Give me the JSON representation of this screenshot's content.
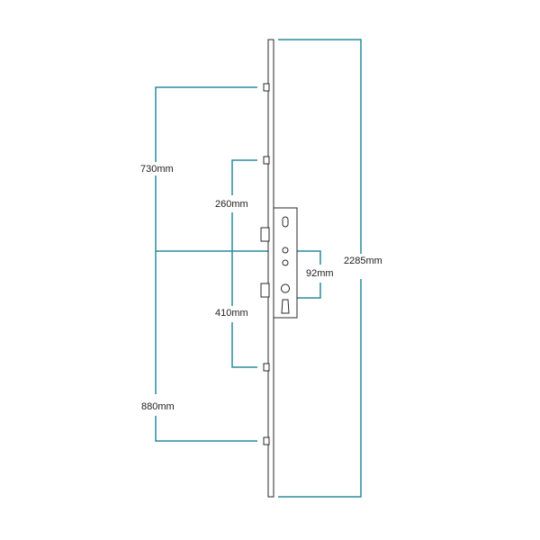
{
  "dimensions": {
    "top_to_bottom_hooks": "730mm",
    "upper_hook_to_centre": "260mm",
    "centre_to_lower_hook": "410mm",
    "bottom_hooks": "880mm",
    "backset": "92mm",
    "overall_length": "2285mm"
  },
  "colors": {
    "dimension_line": "#2b8a9e",
    "hardware_outline": "#2a2a2a",
    "background": "#ffffff"
  }
}
